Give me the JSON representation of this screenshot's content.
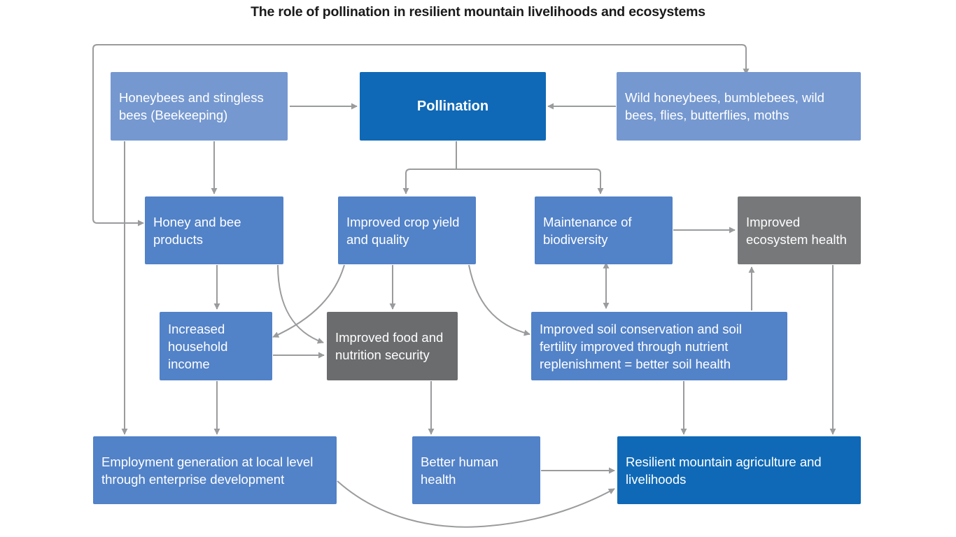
{
  "title": "The role of pollination in resilient mountain livelihoods and ecosystems",
  "colors": {
    "light_blue_box": "#7598d0",
    "mid_blue_box": "#5282c8",
    "dark_blue_box": "#0f69b6",
    "grey_box": "#77787a",
    "arrow": "#9a9b9d"
  },
  "nodes": {
    "honeybees": "Honeybees and stingless bees (Beekeeping)",
    "pollination": "Pollination",
    "wild": "Wild honeybees, bumblebees, wild bees, flies, butterflies, moths",
    "honey": "Honey and bee products",
    "crop": "Improved crop yield and quality",
    "biodiversity": "Maintenance of biodiversity",
    "ecosystem": "Improved ecosystem health",
    "income": "Increased household income",
    "food": "Improved food and nutrition security",
    "soil": "Improved soil conservation and soil fertility improved through nutrient replenishment = better soil health",
    "employment": "Employment generation at local level through enterprise development",
    "human": "Better human health",
    "resilient": "Resilient mountain agriculture and livelihoods"
  }
}
